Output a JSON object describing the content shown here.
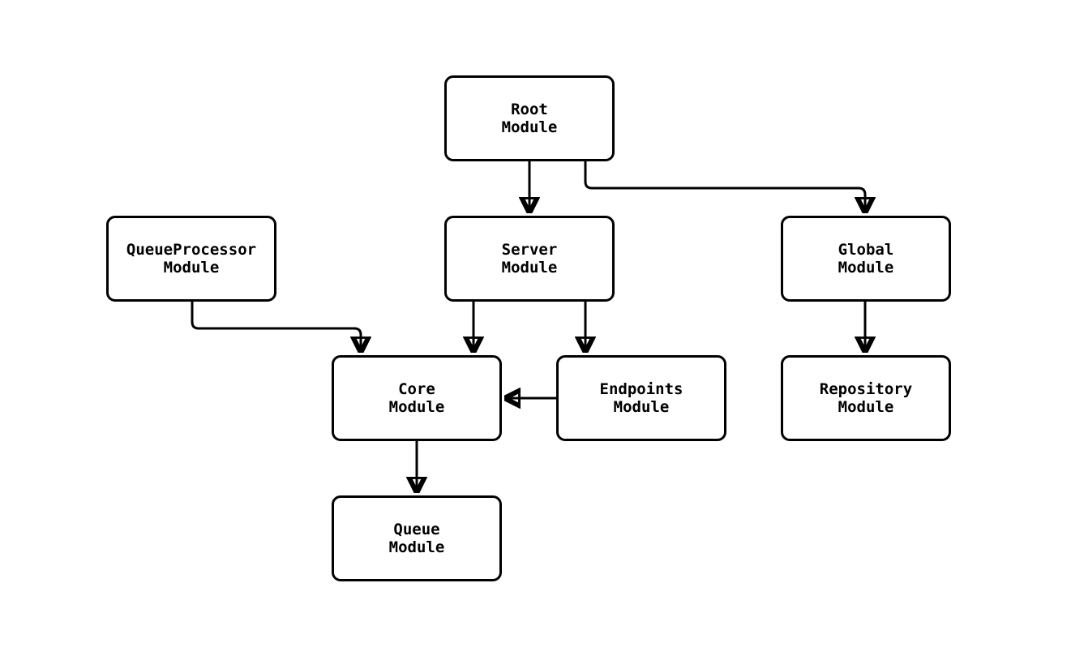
{
  "diagram": {
    "background_color": "#ffffff",
    "node_fill_color": "#ffffff",
    "node_border_color": "#000000",
    "edge_color": "#000000",
    "text_color": "#000000",
    "nodes": [
      {
        "id": "root",
        "line1": "Root",
        "line2": "Module"
      },
      {
        "id": "queueprocessor",
        "line1": "QueueProcessor",
        "line2": "Module"
      },
      {
        "id": "server",
        "line1": "Server",
        "line2": "Module"
      },
      {
        "id": "global",
        "line1": "Global",
        "line2": "Module"
      },
      {
        "id": "core",
        "line1": "Core",
        "line2": "Module"
      },
      {
        "id": "endpoints",
        "line1": "Endpoints",
        "line2": "Module"
      },
      {
        "id": "repository",
        "line1": "Repository",
        "line2": "Module"
      },
      {
        "id": "queue",
        "line1": "Queue",
        "line2": "Module"
      }
    ],
    "edges": [
      {
        "from": "root",
        "to": "server"
      },
      {
        "from": "root",
        "to": "global"
      },
      {
        "from": "queueprocessor",
        "to": "core"
      },
      {
        "from": "server",
        "to": "core"
      },
      {
        "from": "server",
        "to": "endpoints"
      },
      {
        "from": "endpoints",
        "to": "core"
      },
      {
        "from": "global",
        "to": "repository"
      },
      {
        "from": "core",
        "to": "queue"
      }
    ]
  }
}
